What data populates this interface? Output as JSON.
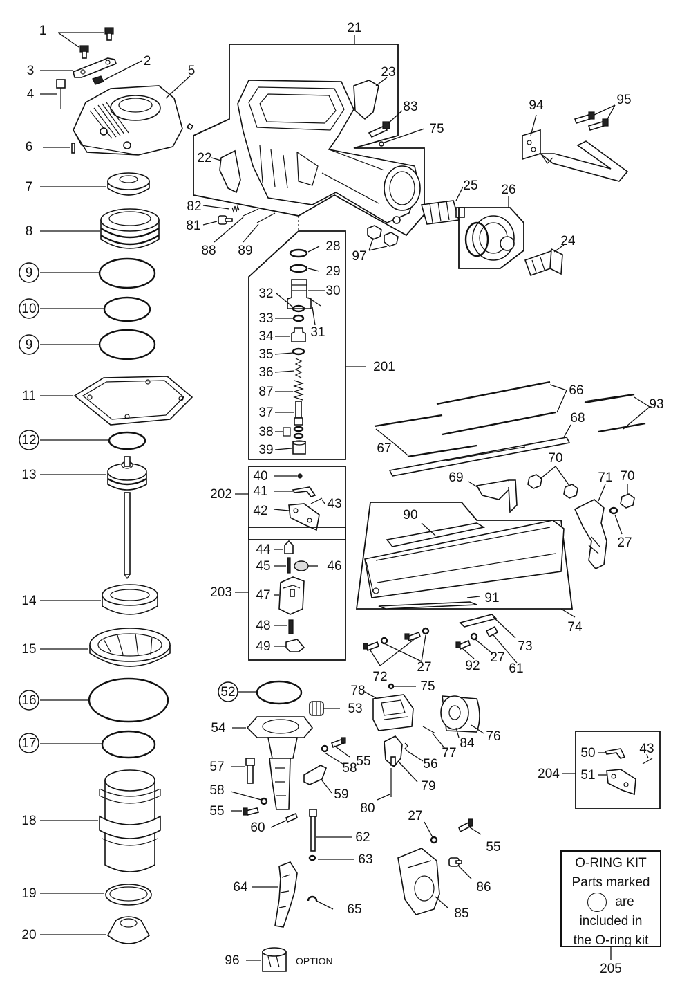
{
  "callouts": [
    {
      "id": "c1",
      "text": "1"
    },
    {
      "id": "c2",
      "text": "2"
    },
    {
      "id": "c3",
      "text": "3"
    },
    {
      "id": "c4",
      "text": "4"
    },
    {
      "id": "c5",
      "text": "5"
    },
    {
      "id": "c6",
      "text": "6"
    },
    {
      "id": "c7",
      "text": "7"
    },
    {
      "id": "c8",
      "text": "8"
    },
    {
      "id": "c9a",
      "text": "9",
      "circled": true
    },
    {
      "id": "c10",
      "text": "10",
      "circled": true
    },
    {
      "id": "c9b",
      "text": "9",
      "circled": true
    },
    {
      "id": "c11",
      "text": "11"
    },
    {
      "id": "c12",
      "text": "12",
      "circled": true
    },
    {
      "id": "c13",
      "text": "13"
    },
    {
      "id": "c14",
      "text": "14"
    },
    {
      "id": "c15",
      "text": "15"
    },
    {
      "id": "c16",
      "text": "16",
      "circled": true
    },
    {
      "id": "c17",
      "text": "17",
      "circled": true
    },
    {
      "id": "c18",
      "text": "18"
    },
    {
      "id": "c19",
      "text": "19"
    },
    {
      "id": "c20",
      "text": "20"
    },
    {
      "id": "c21",
      "text": "21"
    },
    {
      "id": "c22",
      "text": "22"
    },
    {
      "id": "c23",
      "text": "23"
    },
    {
      "id": "c24",
      "text": "24"
    },
    {
      "id": "c25",
      "text": "25"
    },
    {
      "id": "c26",
      "text": "26"
    },
    {
      "id": "c27a",
      "text": "27"
    },
    {
      "id": "c27b",
      "text": "27"
    },
    {
      "id": "c27c",
      "text": "27"
    },
    {
      "id": "c27d",
      "text": "27"
    },
    {
      "id": "c28",
      "text": "28"
    },
    {
      "id": "c29",
      "text": "29"
    },
    {
      "id": "c30",
      "text": "30"
    },
    {
      "id": "c31",
      "text": "31"
    },
    {
      "id": "c32",
      "text": "32"
    },
    {
      "id": "c33",
      "text": "33"
    },
    {
      "id": "c34",
      "text": "34"
    },
    {
      "id": "c35",
      "text": "35"
    },
    {
      "id": "c36",
      "text": "36"
    },
    {
      "id": "c37",
      "text": "37"
    },
    {
      "id": "c38",
      "text": "38"
    },
    {
      "id": "c39",
      "text": "39"
    },
    {
      "id": "c40",
      "text": "40"
    },
    {
      "id": "c41",
      "text": "41"
    },
    {
      "id": "c42",
      "text": "42"
    },
    {
      "id": "c43a",
      "text": "43"
    },
    {
      "id": "c43b",
      "text": "43"
    },
    {
      "id": "c44",
      "text": "44"
    },
    {
      "id": "c45",
      "text": "45"
    },
    {
      "id": "c46",
      "text": "46"
    },
    {
      "id": "c47",
      "text": "47"
    },
    {
      "id": "c48",
      "text": "48"
    },
    {
      "id": "c49",
      "text": "49"
    },
    {
      "id": "c50",
      "text": "50"
    },
    {
      "id": "c51",
      "text": "51"
    },
    {
      "id": "c52",
      "text": "52",
      "circled": true
    },
    {
      "id": "c53",
      "text": "53"
    },
    {
      "id": "c54",
      "text": "54"
    },
    {
      "id": "c55a",
      "text": "55"
    },
    {
      "id": "c55b",
      "text": "55"
    },
    {
      "id": "c55c",
      "text": "55"
    },
    {
      "id": "c56",
      "text": "56"
    },
    {
      "id": "c57",
      "text": "57"
    },
    {
      "id": "c58a",
      "text": "58"
    },
    {
      "id": "c58b",
      "text": "58"
    },
    {
      "id": "c59",
      "text": "59"
    },
    {
      "id": "c60",
      "text": "60"
    },
    {
      "id": "c61",
      "text": "61"
    },
    {
      "id": "c62",
      "text": "62"
    },
    {
      "id": "c63",
      "text": "63"
    },
    {
      "id": "c64",
      "text": "64"
    },
    {
      "id": "c65",
      "text": "65"
    },
    {
      "id": "c66",
      "text": "66"
    },
    {
      "id": "c67",
      "text": "67"
    },
    {
      "id": "c68",
      "text": "68"
    },
    {
      "id": "c69",
      "text": "69"
    },
    {
      "id": "c70a",
      "text": "70"
    },
    {
      "id": "c70b",
      "text": "70"
    },
    {
      "id": "c71",
      "text": "71"
    },
    {
      "id": "c72",
      "text": "72"
    },
    {
      "id": "c73",
      "text": "73"
    },
    {
      "id": "c74",
      "text": "74"
    },
    {
      "id": "c75a",
      "text": "75"
    },
    {
      "id": "c75b",
      "text": "75"
    },
    {
      "id": "c76",
      "text": "76"
    },
    {
      "id": "c77",
      "text": "77"
    },
    {
      "id": "c78",
      "text": "78"
    },
    {
      "id": "c79",
      "text": "79"
    },
    {
      "id": "c80",
      "text": "80"
    },
    {
      "id": "c81",
      "text": "81"
    },
    {
      "id": "c82",
      "text": "82"
    },
    {
      "id": "c83",
      "text": "83"
    },
    {
      "id": "c84",
      "text": "84"
    },
    {
      "id": "c85",
      "text": "85"
    },
    {
      "id": "c86",
      "text": "86"
    },
    {
      "id": "c87",
      "text": "87"
    },
    {
      "id": "c88",
      "text": "88"
    },
    {
      "id": "c89",
      "text": "89"
    },
    {
      "id": "c90",
      "text": "90"
    },
    {
      "id": "c91",
      "text": "91"
    },
    {
      "id": "c92",
      "text": "92"
    },
    {
      "id": "c93",
      "text": "93"
    },
    {
      "id": "c94",
      "text": "94"
    },
    {
      "id": "c95",
      "text": "95"
    },
    {
      "id": "c96",
      "text": "96"
    },
    {
      "id": "c97",
      "text": "97"
    },
    {
      "id": "c201",
      "text": "201"
    },
    {
      "id": "c202",
      "text": "202"
    },
    {
      "id": "c203",
      "text": "203"
    },
    {
      "id": "c204",
      "text": "204"
    },
    {
      "id": "c205",
      "text": "205"
    }
  ],
  "option_label": "OPTION",
  "oring_kit": {
    "line1": "O-RING KIT",
    "line2": "Parts marked",
    "line3": "are",
    "line4": "included in",
    "line5": "the O-ring kit"
  }
}
